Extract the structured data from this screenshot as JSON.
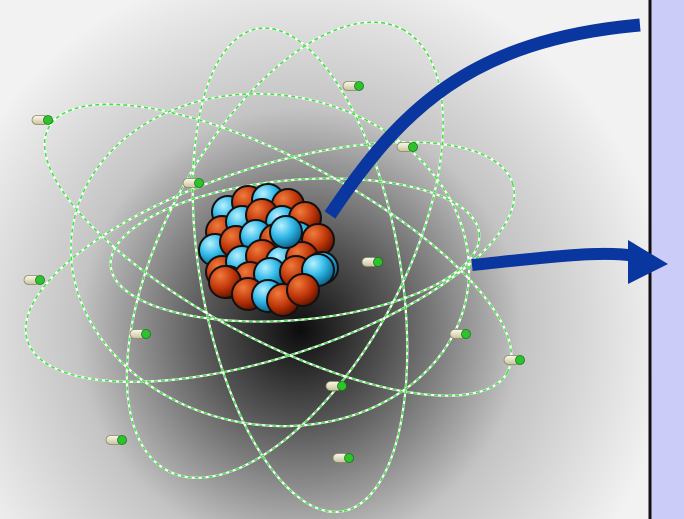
{
  "figure": {
    "subject": "atom-model",
    "colors": {
      "background_center": "#0c0c0c",
      "background_edge": "#f2f2f2",
      "orbit_white": "#ffffff",
      "orbit_green": "#44e044",
      "proton": "#c0360a",
      "neutron": "#2fb8e8",
      "nucleon_outline": "#111111",
      "electron_body": "#e6e0b8",
      "electron_tip": "#2ec32e",
      "arrow": "#0a36a0",
      "side_panel": "#ccccf8",
      "side_panel_border": "#111111"
    },
    "parts": {
      "orbits": 6,
      "electrons": 12,
      "arrows": 2,
      "side_panel": 1
    }
  }
}
